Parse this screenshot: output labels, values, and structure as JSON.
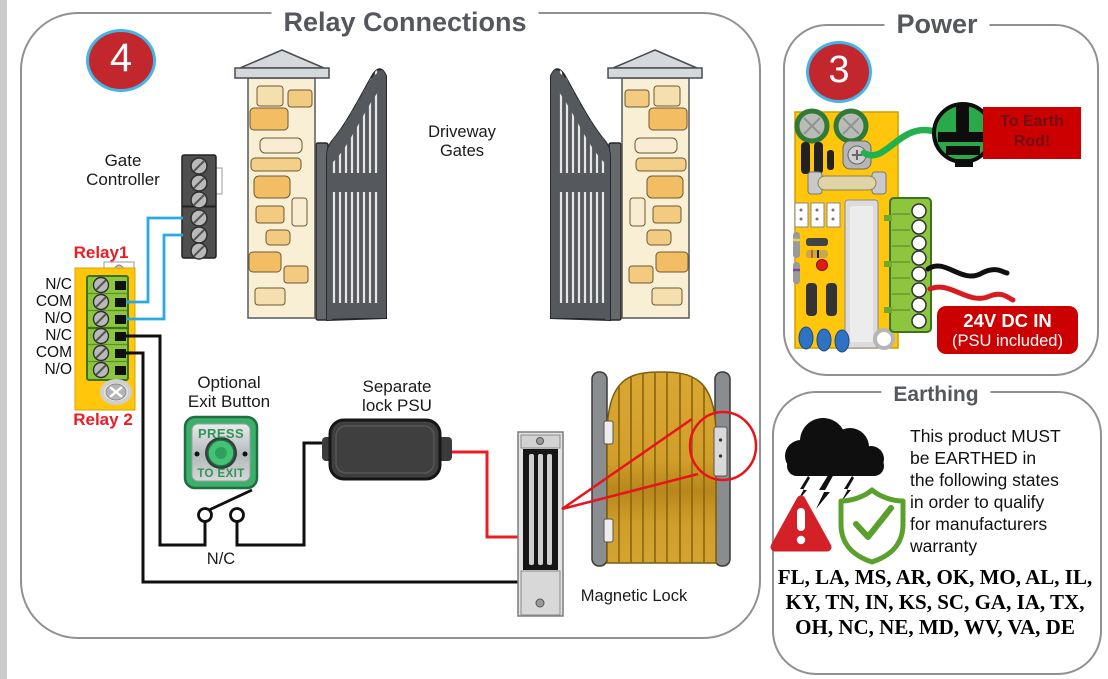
{
  "sections": {
    "relay": {
      "title": "Relay Connections",
      "step_number": "4",
      "gate_controller_label": "Gate\nController",
      "driveway_gates_label": "Driveway\nGates",
      "relay1_label": "Relay1",
      "relay2_label": "Relay 2",
      "terminal_labels": [
        "N/C",
        "COM",
        "N/O",
        "N/C",
        "COM",
        "N/O"
      ],
      "exit_button_label": "Optional\nExit Button",
      "exit_button_press": "PRESS",
      "exit_button_to_exit": "TO EXIT",
      "nc_switch_label": "N/C",
      "psu_label": "Separate\nlock PSU",
      "magnetic_lock_label": "Magnetic Lock"
    },
    "power": {
      "title": "Power",
      "step_number": "3",
      "earth_rod_label": "To Earth\nRod!",
      "dc_in_title": "24V DC IN",
      "dc_in_sub": "(PSU included)"
    },
    "earthing": {
      "title": "Earthing",
      "warning_text": "This product MUST\nbe EARTHED in\nthe following states\nin order to qualify\nfor manufacturers\nwarranty",
      "states": "FL, LA, MS, AR, OK, MO, AL, IL,\nKY, TN, IN, KS, SC, GA, IA, TX,\nOH, NC, NE, MD, WV, VA, DE"
    },
    "colors": {
      "panel_border": "#8f9194",
      "title_gray": "#54585e",
      "badge_red": "#c1272d",
      "badge_ring_blue": "#45b5e8",
      "label_red": "#ed1c24",
      "wire_blue": "#29abe2",
      "wire_red": "#ed1c24",
      "wire_green": "#22b14c",
      "pcb_yellow": "#ffc60b",
      "terminal_green": "#8cc63f",
      "earth_green": "#2aa84a",
      "warn_box_red": "#cc0001",
      "wood_gold": "#d7a12c"
    }
  }
}
